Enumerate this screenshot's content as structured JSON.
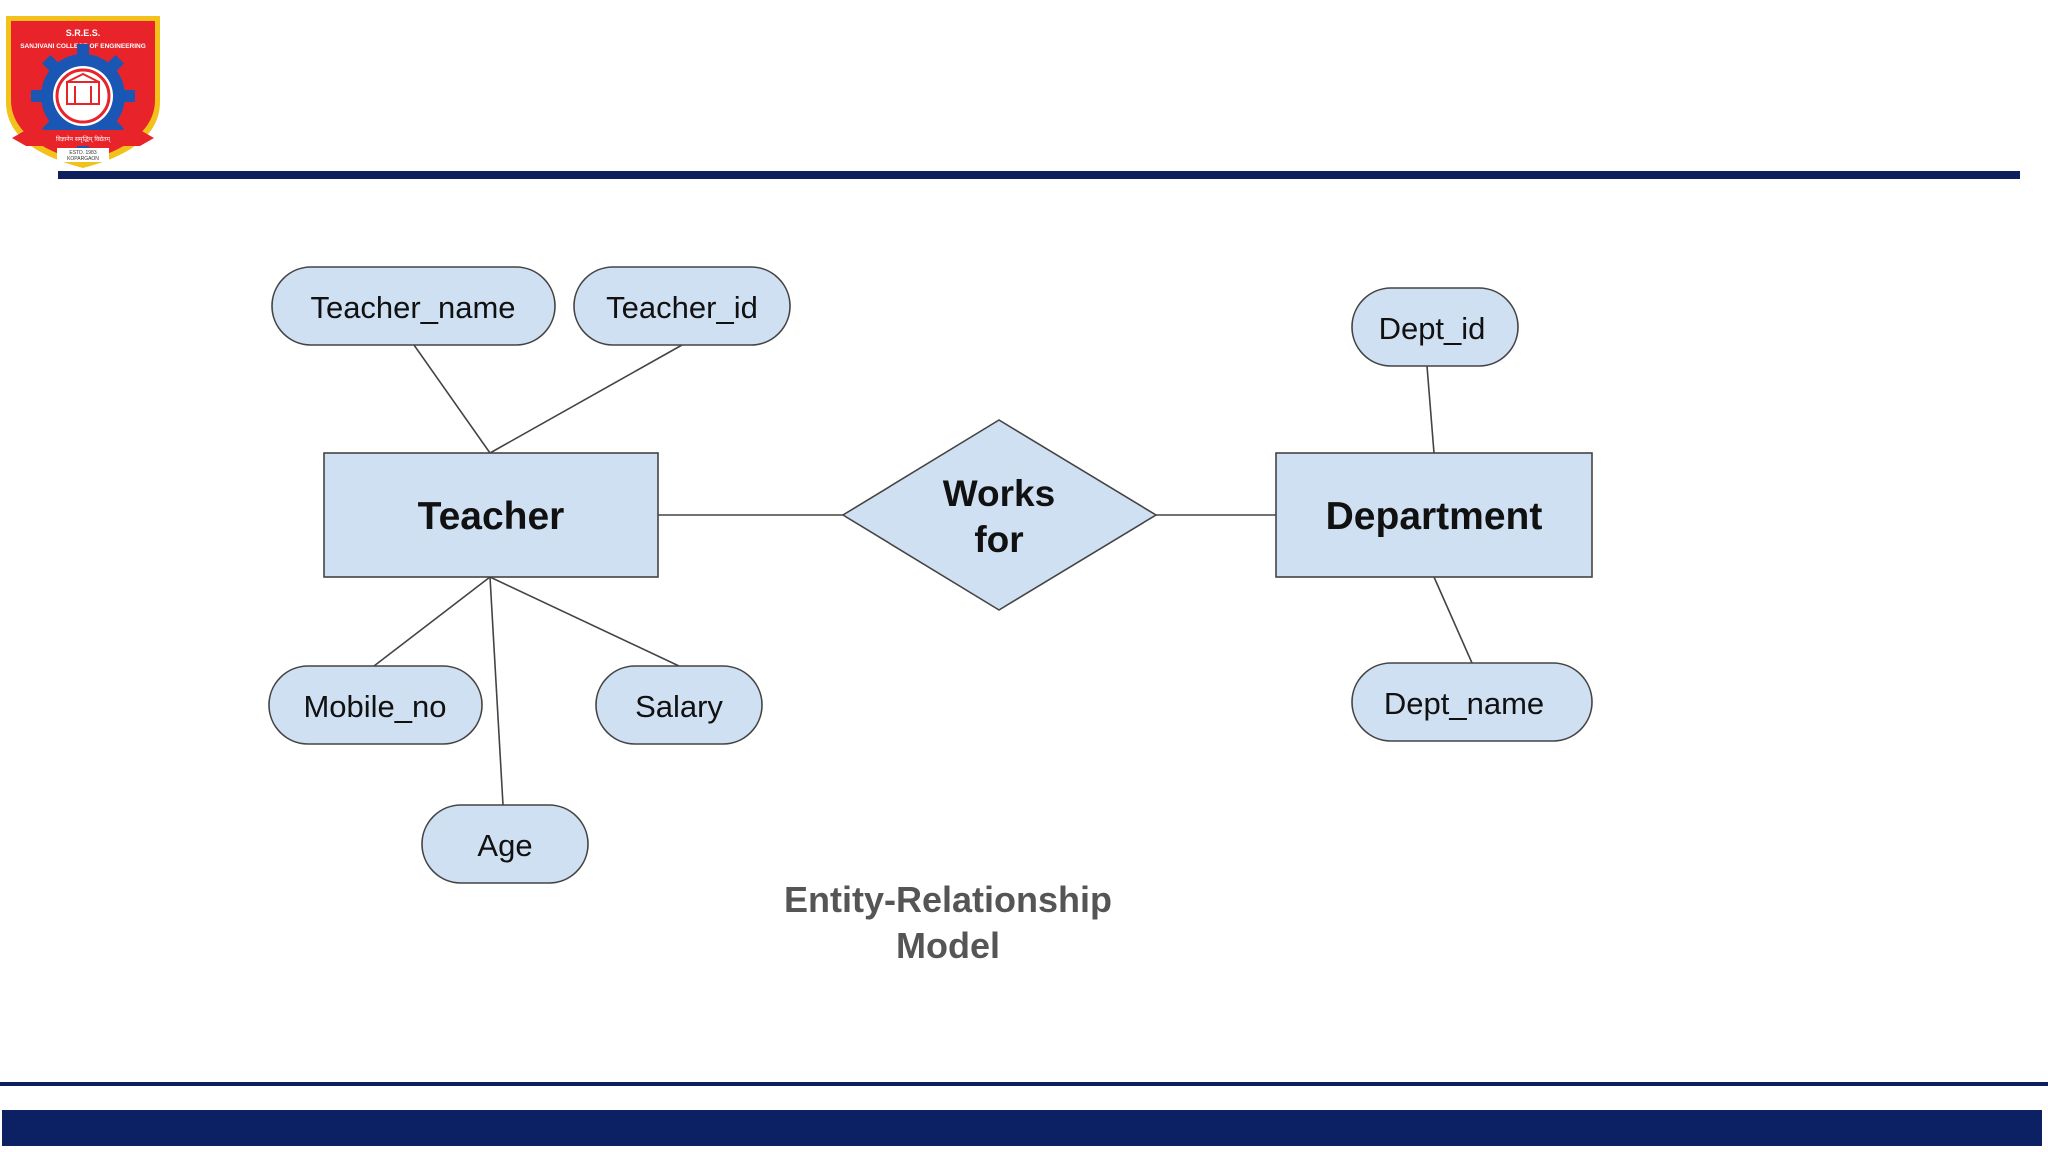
{
  "logo": {
    "org_text": "S.R.E.S.",
    "college_text": "SANJIVANI COLLEGE OF ENGINEERING",
    "motto_text": "विज्ञानेन समृद्धिम् विद्येतम्",
    "estd_text": "ESTD. 1983",
    "place_text": "KOPARGAON",
    "colors": {
      "shield": "#e8232a",
      "border": "#f2c21b",
      "gear": "#1a57b5",
      "ribbon": "#e8232a"
    }
  },
  "colors": {
    "rule": "#0d1f5c",
    "footer_bar": "#0b2163",
    "node_fill": "#cfe0f3",
    "node_stroke": "#444444",
    "line": "#444444",
    "caption": "#555555"
  },
  "diagram": {
    "entities": {
      "teacher": "Teacher",
      "department": "Department"
    },
    "relationship": {
      "line1": "Works",
      "line2": "for"
    },
    "attributes": {
      "teacher_name": "Teacher_name",
      "teacher_id": "Teacher_id",
      "mobile_no": "Mobile_no",
      "salary": "Salary",
      "age": "Age",
      "dept_id": "Dept_id",
      "dept_name": "Dept_name"
    },
    "caption": {
      "line1": "Entity-Relationship",
      "line2": "Model"
    }
  }
}
